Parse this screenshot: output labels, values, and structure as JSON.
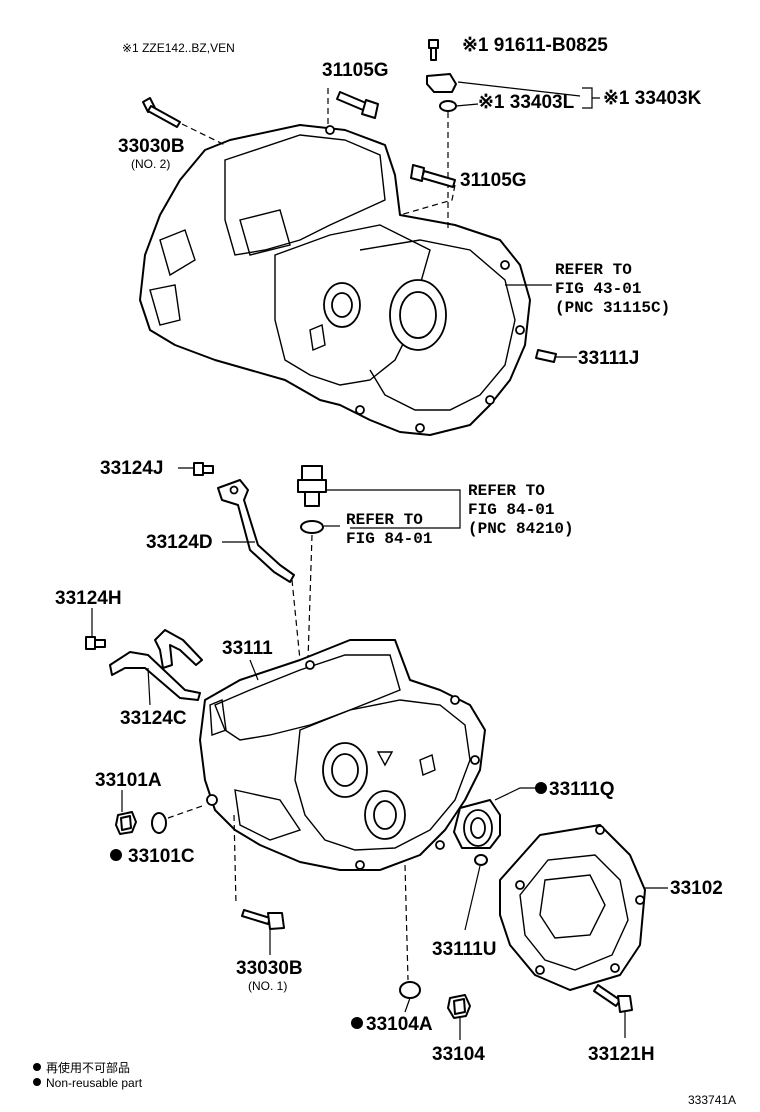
{
  "header_note": "※1 ZZE142..BZ,VEN",
  "labels": {
    "p_91611": "※1 91611-B0825",
    "p_33403L": "※1 33403L",
    "p_33403K": "※1 33403K",
    "p_31105G_top": "31105G",
    "p_31105G_mid": "31105G",
    "p_33030B_top": "33030B",
    "p_33030B_top_sub": "(NO. 2)",
    "p_33111J": "33111J",
    "p_33124J": "33124J",
    "p_33124D": "33124D",
    "p_33124H": "33124H",
    "p_33124C": "33124C",
    "p_33111": "33111",
    "p_33101A": "33101A",
    "p_33101C": "33101C",
    "p_33111Q": "33111Q",
    "p_33102": "33102",
    "p_33111U": "33111U",
    "p_33030B_bot": "33030B",
    "p_33030B_bot_sub": "(NO. 1)",
    "p_33104A": "33104A",
    "p_33104": "33104",
    "p_33121H": "33121H"
  },
  "refer_fig_43": {
    "line1": "REFER TO",
    "line2": "FIG 43-01",
    "line3": "(PNC 31115C)"
  },
  "refer_fig_84_a": {
    "line1": "REFER TO",
    "line2": "FIG 84-01",
    "line3": "(PNC 84210)"
  },
  "refer_fig_84_b": {
    "line1": "REFER TO",
    "line2": "FIG 84-01"
  },
  "legend": {
    "line1": "再使用不可部品",
    "line2": "Non-reusable part"
  },
  "illustration_number": "333741A"
}
